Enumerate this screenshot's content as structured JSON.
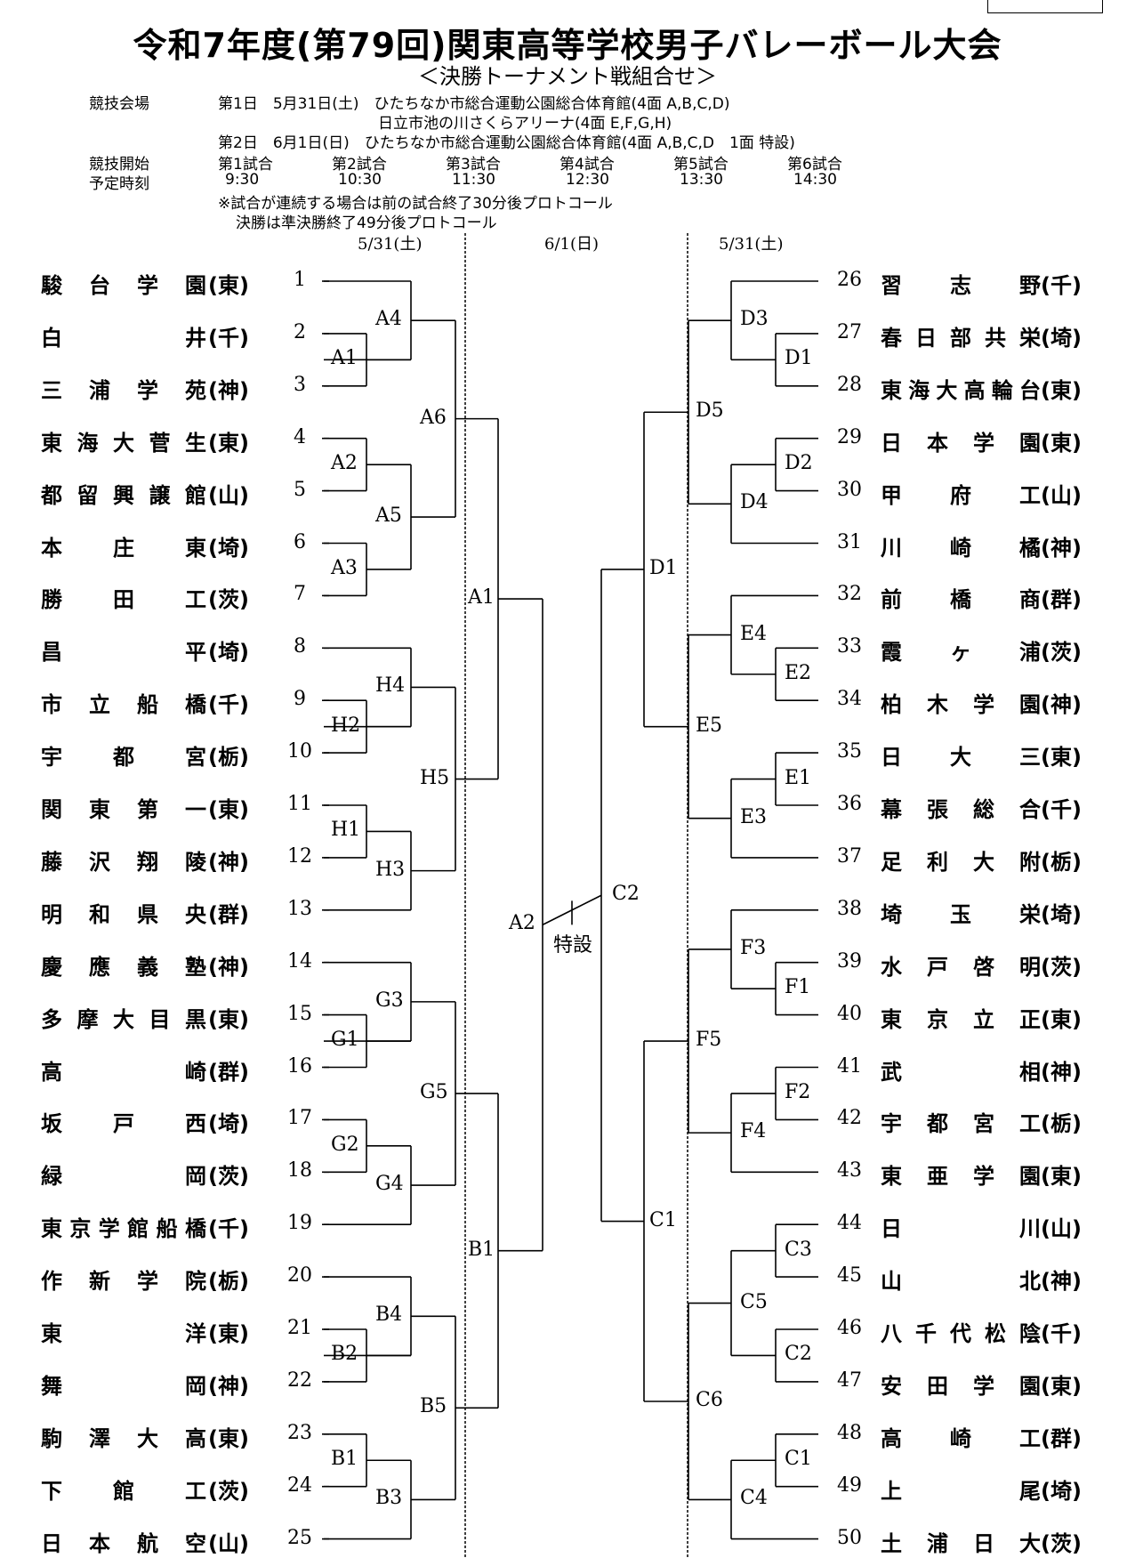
{
  "header": {
    "title": "令和7年度(第79回)関東高等学校男子バレーボール大会",
    "subtitle": "＜決勝トーナメント戦組合せ＞"
  },
  "info": {
    "venue_label": "競技会場",
    "venue_day1": "第1日　5月31日(土)　ひたちなか市総合運動公園総合体育館(4面 A,B,C,D)",
    "venue_day1_b": "日立市池の川さくらアリーナ(4面 E,F,G,H)",
    "venue_day2": "第2日　6月1日(日)　ひたちなか市総合運動公園総合体育館(4面 A,B,C,D　1面 特設)",
    "start_label": "競技開始",
    "sched_label": "予定時刻",
    "matches": [
      "第1試合",
      "第2試合",
      "第3試合",
      "第4試合",
      "第5試合",
      "第6試合"
    ],
    "times": [
      "9:30",
      "10:30",
      "11:30",
      "12:30",
      "13:30",
      "14:30"
    ],
    "note1": "※試合が連続する場合は前の試合終了30分後プロトコール",
    "note2": "決勝は準決勝終了49分後プロトコール"
  },
  "dates": {
    "left": "5/31(土)",
    "center": "6/1(日)",
    "right": "5/31(土)"
  },
  "left_teams": [
    {
      "seed": "1",
      "name": "駿台学園",
      "pref": "(東)"
    },
    {
      "seed": "2",
      "name": "白井",
      "pref": "(千)"
    },
    {
      "seed": "3",
      "name": "三浦学苑",
      "pref": "(神)"
    },
    {
      "seed": "4",
      "name": "東海大菅生",
      "pref": "(東)"
    },
    {
      "seed": "5",
      "name": "都留興譲館",
      "pref": "(山)"
    },
    {
      "seed": "6",
      "name": "本庄東",
      "pref": "(埼)"
    },
    {
      "seed": "7",
      "name": "勝田工",
      "pref": "(茨)"
    },
    {
      "seed": "8",
      "name": "昌平",
      "pref": "(埼)"
    },
    {
      "seed": "9",
      "name": "市立船橋",
      "pref": "(千)"
    },
    {
      "seed": "10",
      "name": "宇都宮",
      "pref": "(栃)"
    },
    {
      "seed": "11",
      "name": "関東第一",
      "pref": "(東)"
    },
    {
      "seed": "12",
      "name": "藤沢翔陵",
      "pref": "(神)"
    },
    {
      "seed": "13",
      "name": "明和県央",
      "pref": "(群)"
    },
    {
      "seed": "14",
      "name": "慶應義塾",
      "pref": "(神)"
    },
    {
      "seed": "15",
      "name": "多摩大目黒",
      "pref": "(東)"
    },
    {
      "seed": "16",
      "name": "高崎",
      "pref": "(群)"
    },
    {
      "seed": "17",
      "name": "坂戸西",
      "pref": "(埼)"
    },
    {
      "seed": "18",
      "name": "緑岡",
      "pref": "(茨)"
    },
    {
      "seed": "19",
      "name": "東京学館船橋",
      "pref": "(千)"
    },
    {
      "seed": "20",
      "name": "作新学院",
      "pref": "(栃)"
    },
    {
      "seed": "21",
      "name": "東洋",
      "pref": "(東)"
    },
    {
      "seed": "22",
      "name": "舞岡",
      "pref": "(神)"
    },
    {
      "seed": "23",
      "name": "駒澤大高",
      "pref": "(東)"
    },
    {
      "seed": "24",
      "name": "下館工",
      "pref": "(茨)"
    },
    {
      "seed": "25",
      "name": "日本航空",
      "pref": "(山)"
    }
  ],
  "right_teams": [
    {
      "seed": "26",
      "name": "習志野",
      "pref": "(千)"
    },
    {
      "seed": "27",
      "name": "春日部共栄",
      "pref": "(埼)"
    },
    {
      "seed": "28",
      "name": "東海大高輪台",
      "pref": "(東)"
    },
    {
      "seed": "29",
      "name": "日本学園",
      "pref": "(東)"
    },
    {
      "seed": "30",
      "name": "甲府工",
      "pref": "(山)"
    },
    {
      "seed": "31",
      "name": "川崎橘",
      "pref": "(神)"
    },
    {
      "seed": "32",
      "name": "前橋商",
      "pref": "(群)"
    },
    {
      "seed": "33",
      "name": "霞ヶ浦",
      "pref": "(茨)"
    },
    {
      "seed": "34",
      "name": "柏木学園",
      "pref": "(神)"
    },
    {
      "seed": "35",
      "name": "日大三",
      "pref": "(東)"
    },
    {
      "seed": "36",
      "name": "幕張総合",
      "pref": "(千)"
    },
    {
      "seed": "37",
      "name": "足利大附",
      "pref": "(栃)"
    },
    {
      "seed": "38",
      "name": "埼玉栄",
      "pref": "(埼)"
    },
    {
      "seed": "39",
      "name": "水戸啓明",
      "pref": "(茨)"
    },
    {
      "seed": "40",
      "name": "東京立正",
      "pref": "(東)"
    },
    {
      "seed": "41",
      "name": "武相",
      "pref": "(神)"
    },
    {
      "seed": "42",
      "name": "宇都宮工",
      "pref": "(栃)"
    },
    {
      "seed": "43",
      "name": "東亜学園",
      "pref": "(東)"
    },
    {
      "seed": "44",
      "name": "日川",
      "pref": "(山)"
    },
    {
      "seed": "45",
      "name": "山北",
      "pref": "(神)"
    },
    {
      "seed": "46",
      "name": "八千代松陰",
      "pref": "(千)"
    },
    {
      "seed": "47",
      "name": "安田学園",
      "pref": "(東)"
    },
    {
      "seed": "48",
      "name": "高崎工",
      "pref": "(群)"
    },
    {
      "seed": "49",
      "name": "上尾",
      "pref": "(埼)"
    },
    {
      "seed": "50",
      "name": "土浦日大",
      "pref": "(茨)"
    }
  ],
  "matches": {
    "A1": "A1",
    "A2": "A2",
    "A3": "A3",
    "A4": "A4",
    "A5": "A5",
    "A6": "A6",
    "H1": "H1",
    "H2": "H2",
    "H3": "H3",
    "H4": "H4",
    "H5": "H5",
    "G1": "G1",
    "G2": "G2",
    "G3": "G3",
    "G4": "G4",
    "G5": "G5",
    "B1": "B1",
    "B2": "B2",
    "B3": "B3",
    "B4": "B4",
    "B5": "B5",
    "FA1": "A1",
    "FB1": "B1",
    "FA2": "A2",
    "D1": "D1",
    "D2": "D2",
    "D3": "D3",
    "D4": "D4",
    "D5": "D5",
    "E1": "E1",
    "E2": "E2",
    "E3": "E3",
    "E4": "E4",
    "E5": "E5",
    "F1": "F1",
    "F2": "F2",
    "F3": "F3",
    "F4": "F4",
    "F5": "F5",
    "C1": "C1",
    "C2": "C2",
    "C3": "C3",
    "C4": "C4",
    "C5": "C5",
    "C6": "C6",
    "FD1": "D1",
    "FC1": "C1",
    "FC2": "C2",
    "final": "特設"
  }
}
